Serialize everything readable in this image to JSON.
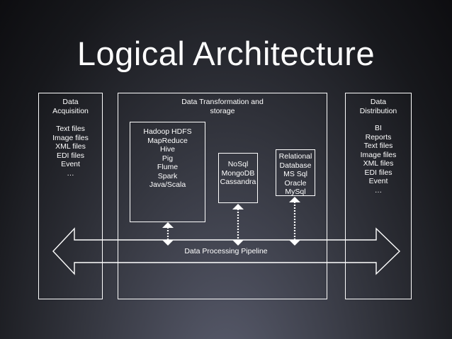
{
  "title": "Logical Architecture",
  "acquisition": {
    "heading_lines": [
      "Data",
      "Acquisition"
    ],
    "items": [
      "Text files",
      "Image files",
      "XML files",
      "EDI files",
      "Event",
      "…"
    ]
  },
  "transformation": {
    "heading_lines": [
      "Data Transformation and",
      "storage"
    ],
    "hadoop_items": [
      "Hadoop HDFS",
      "MapReduce",
      "Hive",
      "Pig",
      "Flume",
      "Spark",
      "Java/Scala"
    ],
    "nosql_items": [
      "NoSql",
      "MongoDB",
      "Cassandra"
    ],
    "relational_items": [
      "Relational",
      "Database",
      "MS Sql",
      "Oracle",
      "MySql"
    ]
  },
  "distribution": {
    "heading_lines": [
      "Data",
      "Distribution"
    ],
    "items": [
      "BI",
      "Reports",
      "Text files",
      "Image files",
      "XML files",
      "EDI files",
      "Event",
      "…"
    ]
  },
  "pipeline": {
    "label": "Data Processing Pipeline"
  },
  "colors": {
    "line": "#ffffff",
    "text": "#ffffff"
  }
}
